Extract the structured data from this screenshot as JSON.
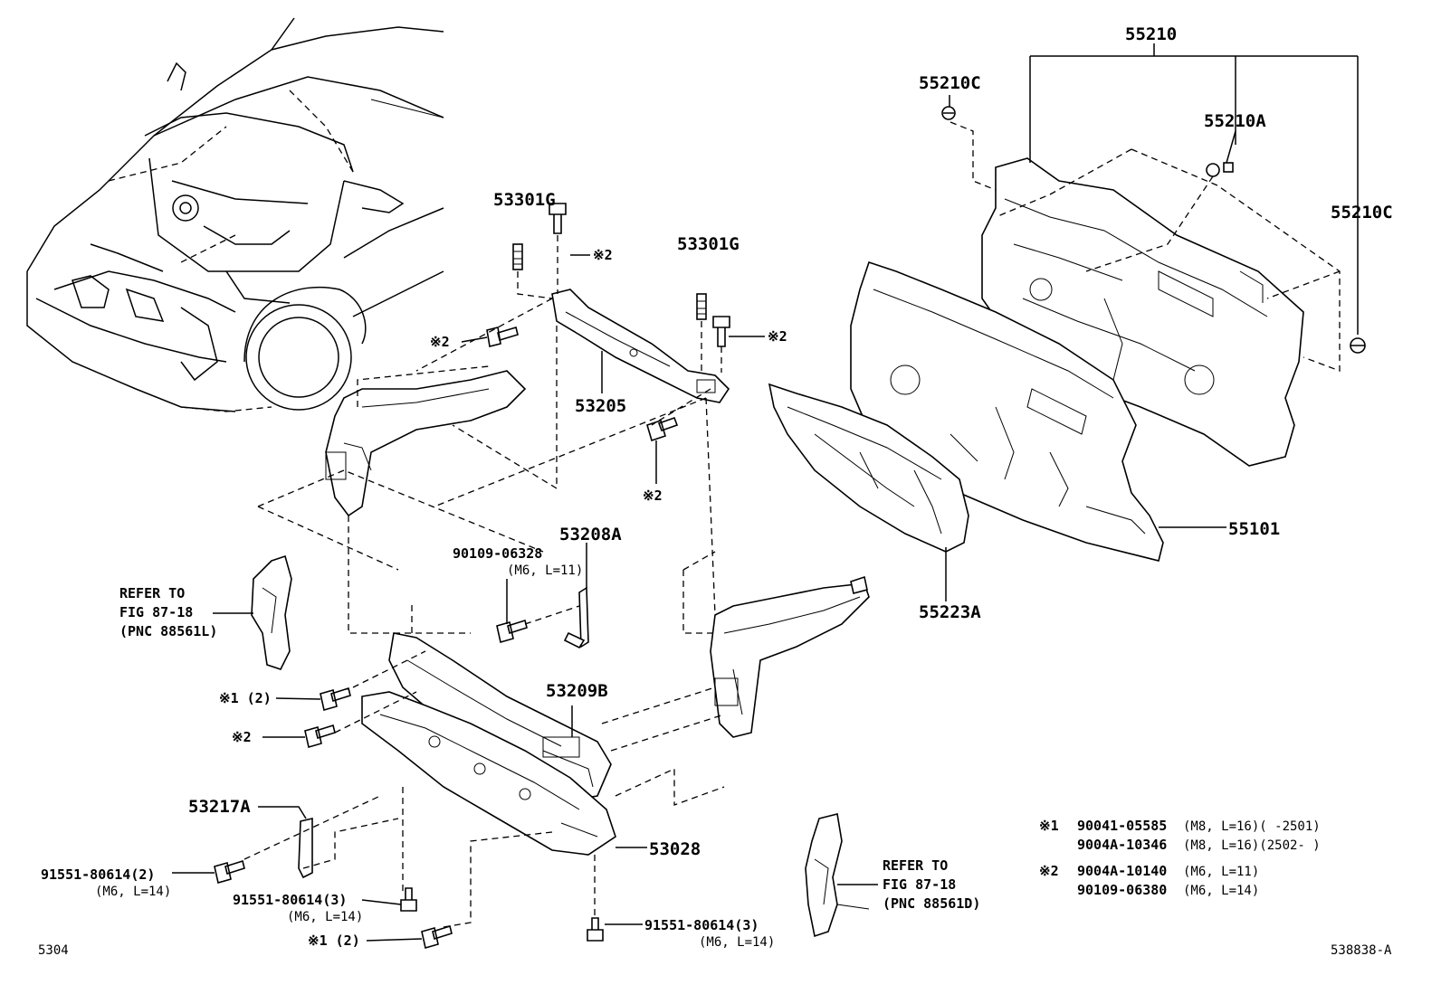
{
  "labels": {
    "p55210": "55210",
    "p55210C_left": "55210C",
    "p55210A": "55210A",
    "p55210C_right": "55210C",
    "p53301G_left": "53301G",
    "p53301G_right": "53301G",
    "p53205": "53205",
    "p55101": "55101",
    "p55223A": "55223A",
    "p53208A": "53208A",
    "p53209B": "53209B",
    "p53217A": "53217A",
    "p53028": "53028",
    "bolt_90109_06328": "90109-06328",
    "bolt_90109_06328_spec": "(M6, L=11)",
    "bolt_91551_left": "91551-80614(2)",
    "bolt_91551_left_spec": "(M6, L=14)",
    "bolt_91551_center": "91551-80614(3)",
    "bolt_91551_center_spec": "(M6, L=14)",
    "bolt_91551_right": "91551-80614(3)",
    "bolt_91551_right_spec": "(M6, L=14)",
    "ref2_a": "※2",
    "ref2_b": "※2",
    "ref2_c": "※2",
    "ref2_d": "※2",
    "ref2_e": "※2",
    "ref1_a": "※1 (2)",
    "ref1_b": "※1 (2)"
  },
  "refer_left": {
    "line1": "REFER TO",
    "line2": "FIG 87-18",
    "line3": "(PNC 88561L)"
  },
  "refer_right": {
    "line1": "REFER TO",
    "line2": "FIG 87-18",
    "line3": "(PNC 88561D)"
  },
  "legend": {
    "mark1": "※1",
    "row1a_part": "90041-05585",
    "row1a_spec": "(M8, L=16)(       -2501)",
    "row1b_part": "9004A-10346",
    "row1b_spec": "(M8, L=16)(2502-       )",
    "mark2": "※2",
    "row2a_part": "9004A-10140",
    "row2a_spec": "(M6, L=11)",
    "row2b_part": "90109-06380",
    "row2b_spec": "(M6, L=14)"
  },
  "footer": {
    "page_code": "5304",
    "figure_code": "538838-A"
  }
}
